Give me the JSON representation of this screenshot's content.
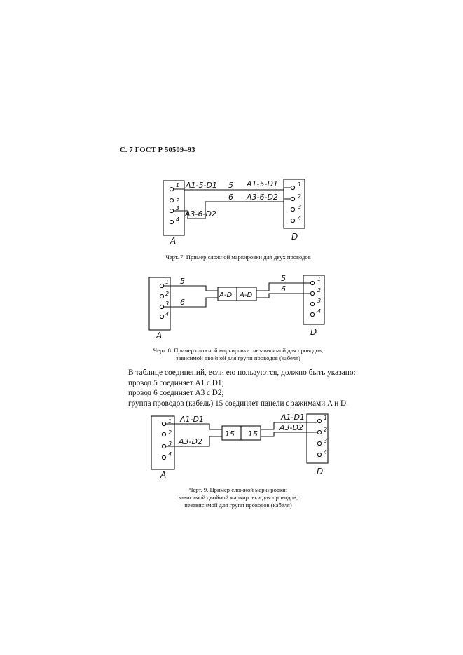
{
  "page": {
    "header": "С. 7  ГОСТ Р 50509–93"
  },
  "diagram7": {
    "panel_a_label": "A",
    "panel_d_label": "D",
    "terminals": [
      "1",
      "2",
      "3",
      "4"
    ],
    "wire_top_left_mark": "A1-5-D1",
    "wire_top_number": "5",
    "wire_top_right_mark": "A1-5-D1",
    "wire_bottom_number": "6",
    "wire_bottom_left_mark": "A3-6-D2",
    "wire_bottom_right_mark": "A3-6-D2",
    "caption": "Черт. 7. Пример сложной маркировки для двух проводов"
  },
  "diagram8": {
    "panel_a_label": "A",
    "panel_d_label": "D",
    "terminals": [
      "1",
      "2",
      "3",
      "4"
    ],
    "left_wire_top": "5",
    "left_wire_bottom": "6",
    "right_wire_top": "5",
    "right_wire_bottom": "6",
    "cable_left_mark": "A-D",
    "cable_right_mark": "A-D",
    "caption_line1": "Черт. 8. Пример сложной маркировки: независимой для проводов;",
    "caption_line2": "зависимой двойной для групп проводов (кабеля)"
  },
  "body": {
    "lines": [
      "В таблице соединений, если ею пользуются, должно быть указано:",
      "провод 5 соединяет A1 с D1;",
      "провод 6 соединяет A3 с D2;",
      "группа проводов (кабель) 15 соединяет панели с зажимами A и D."
    ]
  },
  "diagram9": {
    "panel_a_label": "A",
    "panel_d_label": "D",
    "terminals": [
      "1",
      "2",
      "3",
      "4"
    ],
    "left_wire_top": "A1-D1",
    "left_wire_bottom": "A3-D2",
    "right_wire_top": "A1-D1",
    "right_wire_bottom": "A3-D2",
    "cable_left_mark": "15",
    "cable_right_mark": "15",
    "caption_line1": "Черт. 9. Пример сложной маркировки:",
    "caption_line2": "зависимой двойной маркировки для проводов;",
    "caption_line3": "независимой для групп проводов (кабеля)"
  }
}
